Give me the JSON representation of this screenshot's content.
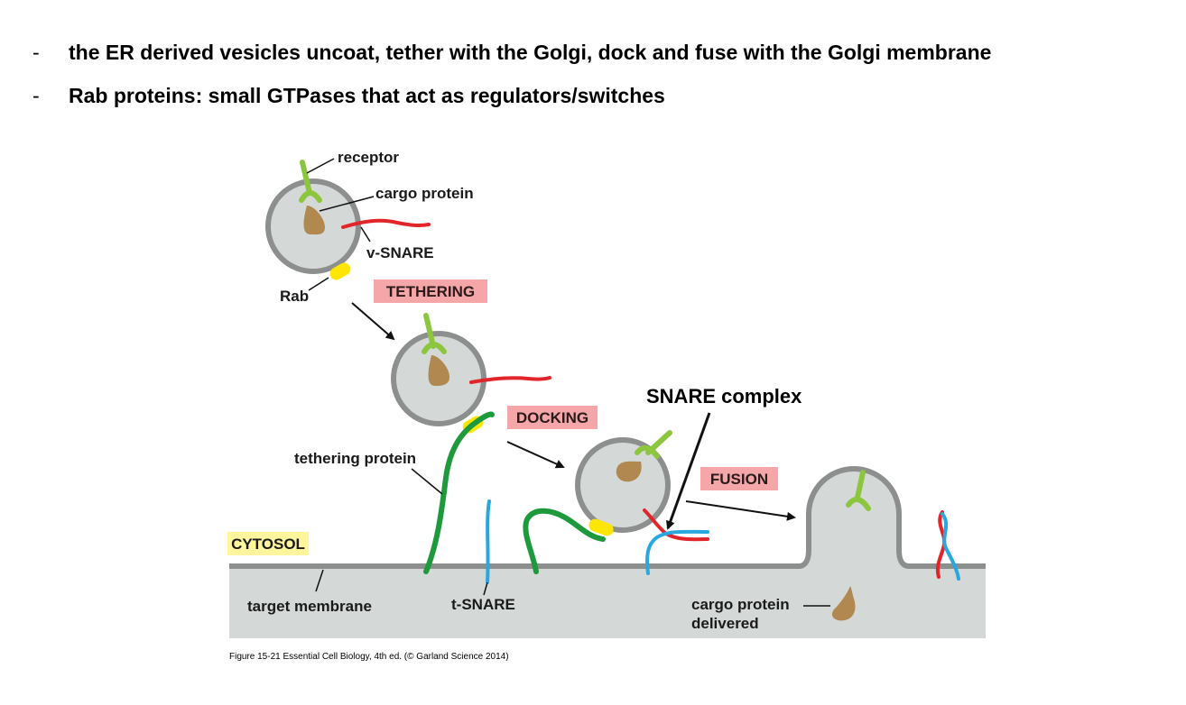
{
  "bullets": [
    {
      "marker": "-",
      "text": "the ER derived vesicles uncoat, tether with the Golgi, dock and fuse with the Golgi membrane"
    },
    {
      "marker": "-",
      "text": "Rab proteins: small GTPases that act as regulators/switches"
    }
  ],
  "diagram": {
    "labels": {
      "receptor": "receptor",
      "cargo_protein": "cargo protein",
      "v_snare": "v-SNARE",
      "rab": "Rab",
      "tethering_protein": "tethering protein",
      "cytosol": "CYTOSOL",
      "target_membrane": "target membrane",
      "t_snare": "t-SNARE",
      "snare_complex": "SNARE complex",
      "cargo_delivered_1": "cargo protein",
      "cargo_delivered_2": "delivered"
    },
    "stages": {
      "tethering": "TETHERING",
      "docking": "DOCKING",
      "fusion": "FUSION"
    },
    "caption": "Figure 15-21  Essential Cell Biology, 4th ed. (© Garland Science 2014)",
    "colors": {
      "vesicle_fill": "#d4d9d7",
      "membrane": "#8c8f8e",
      "receptor": "#8cc63f",
      "cargo": "#b08850",
      "v_snare": "#e2242b",
      "t_snare": "#29a8e0",
      "rab": "#ffe600",
      "tether": "#1e9a3c",
      "stage_bg": "#f4a6a8",
      "cytosol_bg": "#fff59d"
    }
  }
}
